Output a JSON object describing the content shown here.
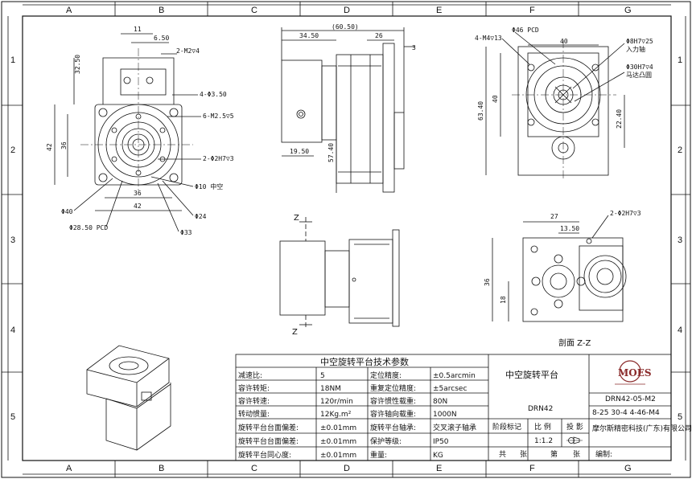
{
  "border": {
    "cols": [
      "A",
      "B",
      "C",
      "D",
      "E",
      "F",
      "G"
    ],
    "rows": [
      "1",
      "2",
      "3",
      "4",
      "5"
    ]
  },
  "front_view": {
    "dims": [
      "11",
      "6.50",
      "2-M2▽4",
      "32.50",
      "4-Φ3.50",
      "6-M2.5▽5",
      "42",
      "36",
      "2-Φ2H7▽3",
      "Φ10 中空",
      "Φ40",
      "36",
      "42",
      "Φ24",
      "Φ28.50 PCD",
      "Φ33"
    ]
  },
  "side_view": {
    "dims": [
      "(60.50)",
      "34.50",
      "26",
      "3",
      "19.50",
      "57.40"
    ]
  },
  "right_view": {
    "dims": [
      "4-M4▽13",
      "Φ46 PCD",
      "40",
      "Φ8H7▽25",
      "入力轴",
      "Φ30H7▽4",
      "马达凸圆",
      "63.40",
      "40",
      "22.40"
    ]
  },
  "section_view": {
    "z_top": "Z",
    "z_bottom": "Z"
  },
  "bottom_view": {
    "dims": [
      "27",
      "2-Φ2H7▽3",
      "13.50",
      "36",
      "18"
    ],
    "caption": "剖面 Z-Z"
  },
  "title_block": {
    "header": "中空旋转平台技术参数",
    "rows": [
      [
        "减速比:",
        "5",
        "定位精度:",
        "±0.5arcmin"
      ],
      [
        "容许转矩:",
        "18NM",
        "重复定位精度:",
        "±5arcsec"
      ],
      [
        "容许转速:",
        "120r/min",
        "容许惯性载重:",
        "80N"
      ],
      [
        "转动惯量:",
        "12Kg.m²",
        "容许轴向载重:",
        "1000N"
      ],
      [
        "旋转平台台面偏差:",
        "±0.01mm",
        "旋转平台轴承:",
        "交叉滚子轴承"
      ],
      [
        "旋转平台台面偏差:",
        "±0.01mm",
        "保护等级:",
        "IP50"
      ],
      [
        "旋转平台同心度:",
        "±0.01mm",
        "重量:",
        "KG"
      ]
    ],
    "product_name": "中空旋转平台",
    "model": "DRN42",
    "logo_text": "MOES",
    "drawing_no": "DRN42-05-M2",
    "spec": "8-25 30-4 4-46-M4",
    "labels": {
      "stage": "阶段标记",
      "scale": "比 例",
      "proj": "投 影"
    },
    "scale": "1:1.2",
    "company": "摩尔斯精密科技(广东)有限公司",
    "sheet_total": "共",
    "sheet_unit": "张",
    "sheet_no": "第",
    "sheet_unit2": "张",
    "edit": "编制:"
  }
}
